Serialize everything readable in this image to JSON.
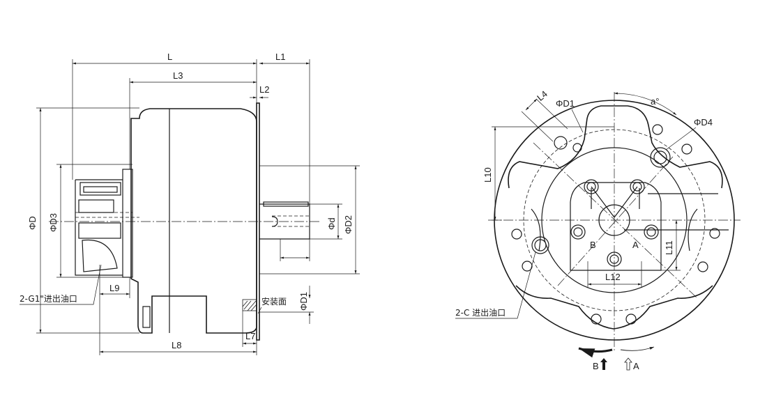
{
  "side_view": {
    "L": "L",
    "L1": "L1",
    "L2": "L2",
    "L3": "L3",
    "L7": "L7",
    "L8": "L8",
    "L9": "L9",
    "D": "ΦD",
    "D1": "ΦD1",
    "D2": "ΦD2",
    "D3": "ΦD3",
    "d": "Φd",
    "mount_face": "安装面",
    "port_note": "2-G1\"进出油口"
  },
  "front_view": {
    "L4": "L4",
    "L10": "L10",
    "L11": "L11",
    "L12": "L12",
    "D1": "ΦD1",
    "D4": "ΦD4",
    "angle": "a°",
    "port_A": "A",
    "port_B": "B",
    "port_note": "2-C 进出油口",
    "rot_B": "B",
    "rot_A": "A"
  }
}
